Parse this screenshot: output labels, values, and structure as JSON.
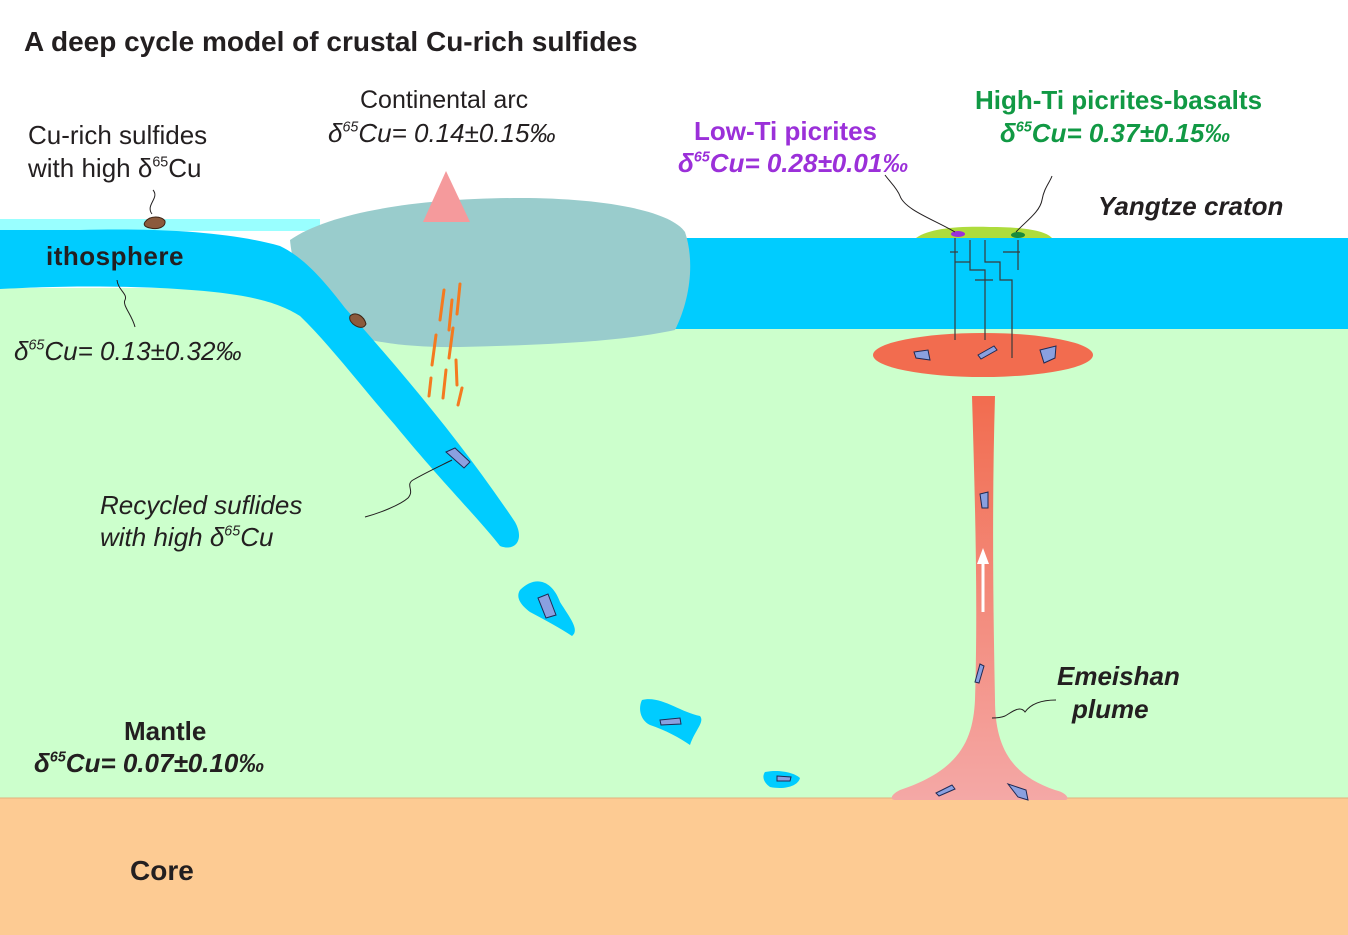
{
  "title": "A deep cycle model of crustal Cu-rich sulfides",
  "labels": {
    "continental_arc": "Continental arc",
    "arc_value": "Cu= 0.14±0.15‰",
    "cu_rich_line1": "Cu-rich sulfides",
    "cu_rich_line2": "with  high δ",
    "cu_rich_line2_end": "Cu",
    "lithosphere": "ithosphere",
    "lithosphere_value": "Cu= 0.13±0.32‰",
    "recycled_line1": "Recycled suflides",
    "recycled_line2": "with  high δ",
    "recycled_line2_end": "Cu",
    "low_ti": "Low-Ti picrites",
    "low_ti_value": "Cu= 0.28±0.01‰",
    "high_ti": "High-Ti picrites-basalts",
    "high_ti_value": "Cu= 0.37±0.15‰",
    "craton": "Yangtze craton",
    "emeishan_line1": "Emeishan",
    "emeishan_line2": "plume",
    "mantle": "Mantle",
    "mantle_value": "Cu= 0.07±0.10‰",
    "core": "Core",
    "delta": "δ",
    "isotope_mass": "65"
  },
  "colors": {
    "mantle": "#ccffcc",
    "core": "#fdcb93",
    "lithosphere": "#00ccff",
    "arc_crust": "#99cccc",
    "volcano": "#f59a9c",
    "plume_top": "#f26c4f",
    "plume_bottom": "#f4a8a6",
    "low_ti_text": "#9b30d9",
    "high_ti_text": "#119944",
    "basalt": "#aedc3c",
    "melt_streaks": "#f47a20"
  }
}
